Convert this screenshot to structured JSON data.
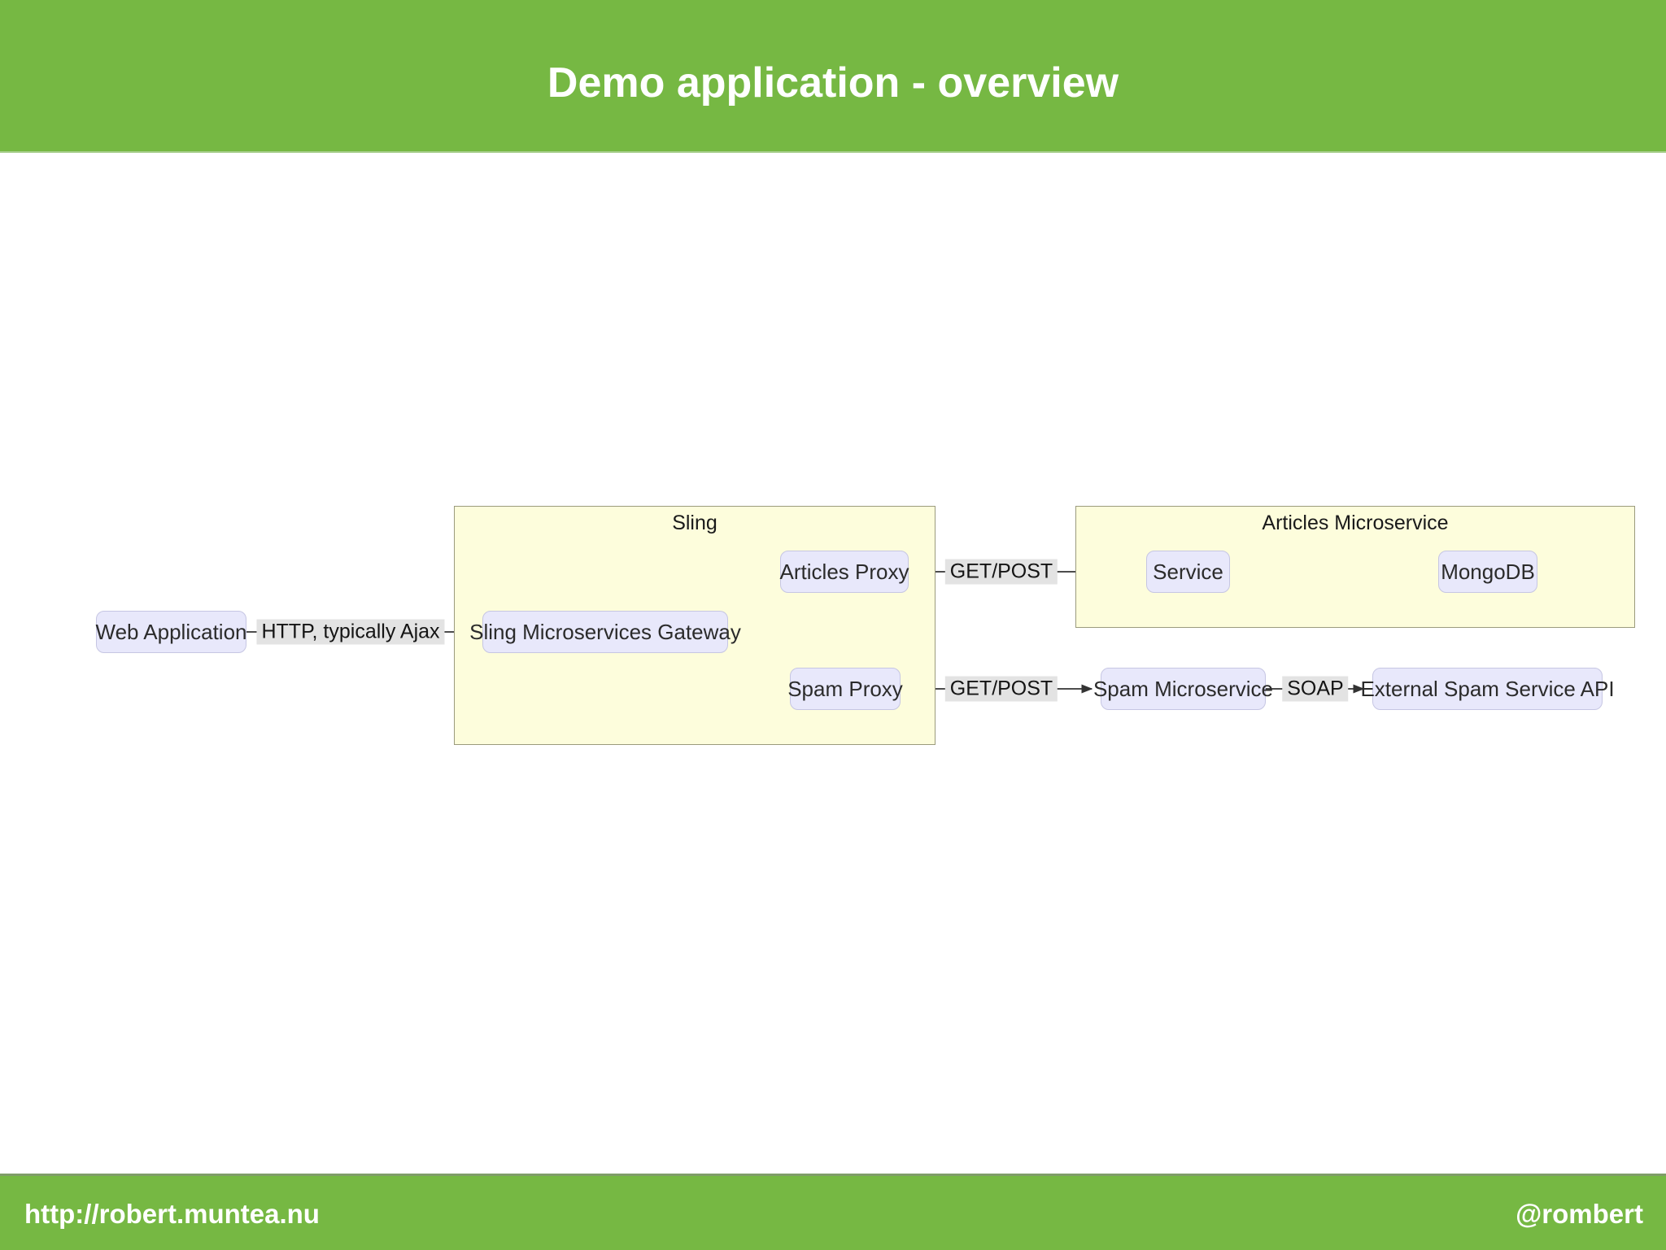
{
  "header": {
    "title": "Demo application - overview"
  },
  "footer": {
    "url": "http://robert.muntea.nu",
    "handle": "@rombert"
  },
  "diagram": {
    "clusters": {
      "sling": {
        "label": "Sling"
      },
      "articles_microservice": {
        "label": "Articles Microservice"
      }
    },
    "nodes": {
      "web_application": {
        "label": "Web Application"
      },
      "gateway": {
        "label": "Sling Microservices Gateway"
      },
      "articles_proxy": {
        "label": "Articles Proxy"
      },
      "spam_proxy": {
        "label": "Spam Proxy"
      },
      "service": {
        "label": "Service"
      },
      "mongodb": {
        "label": "MongoDB"
      },
      "spam_microservice": {
        "label": "Spam Microservice"
      },
      "external_spam_api": {
        "label": "External Spam Service API"
      }
    },
    "edges": {
      "web_to_gateway": {
        "label": "HTTP, typically Ajax"
      },
      "articles_proxy_to_service": {
        "label": "GET/POST"
      },
      "spam_proxy_to_spam_microservice": {
        "label": "GET/POST"
      },
      "spam_microservice_to_external": {
        "label": "SOAP"
      }
    }
  },
  "colors": {
    "brand_green": "#76b843",
    "cluster_fill": "#fdfddc",
    "node_fill": "#e8e8fb",
    "edge_label_bg": "#e3e3e3",
    "edge_stroke": "#4c4c4c"
  }
}
